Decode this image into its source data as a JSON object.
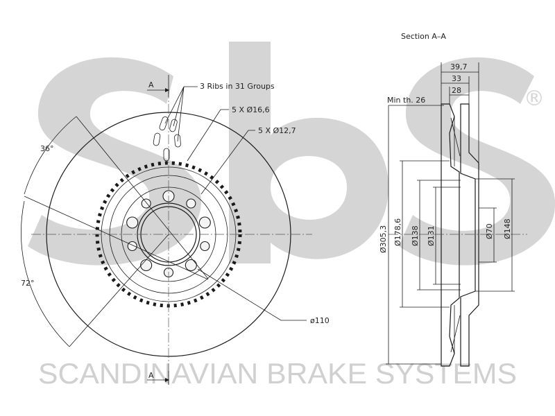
{
  "watermark": {
    "logo_text": "sbs",
    "registered_mark": "®",
    "tagline": "SCANDINAVIAN BRAKE SYSTEMS"
  },
  "front_view": {
    "section_marker_top": "A",
    "section_marker_bottom": "A",
    "ribs_label": "3 Ribs in 31 Groups",
    "bolt_holes_label": "5 X Ø16,6",
    "small_holes_label": "5 X Ø12,7",
    "angle_upper": "36°",
    "angle_lower": "72°",
    "bolt_circle_label": "ø110"
  },
  "section_view": {
    "title": "Section A–A",
    "min_thickness": "Min th. 26",
    "width_overall": "39,7",
    "width_mid": "33",
    "width_disc": "28",
    "diameters": [
      "Ø305,3",
      "Ø178,6",
      "Ø138",
      "Ø131",
      "Ø70",
      "Ø148"
    ]
  },
  "colors": {
    "line": "#1a1a1a",
    "watermark": "#d5d5d5"
  }
}
